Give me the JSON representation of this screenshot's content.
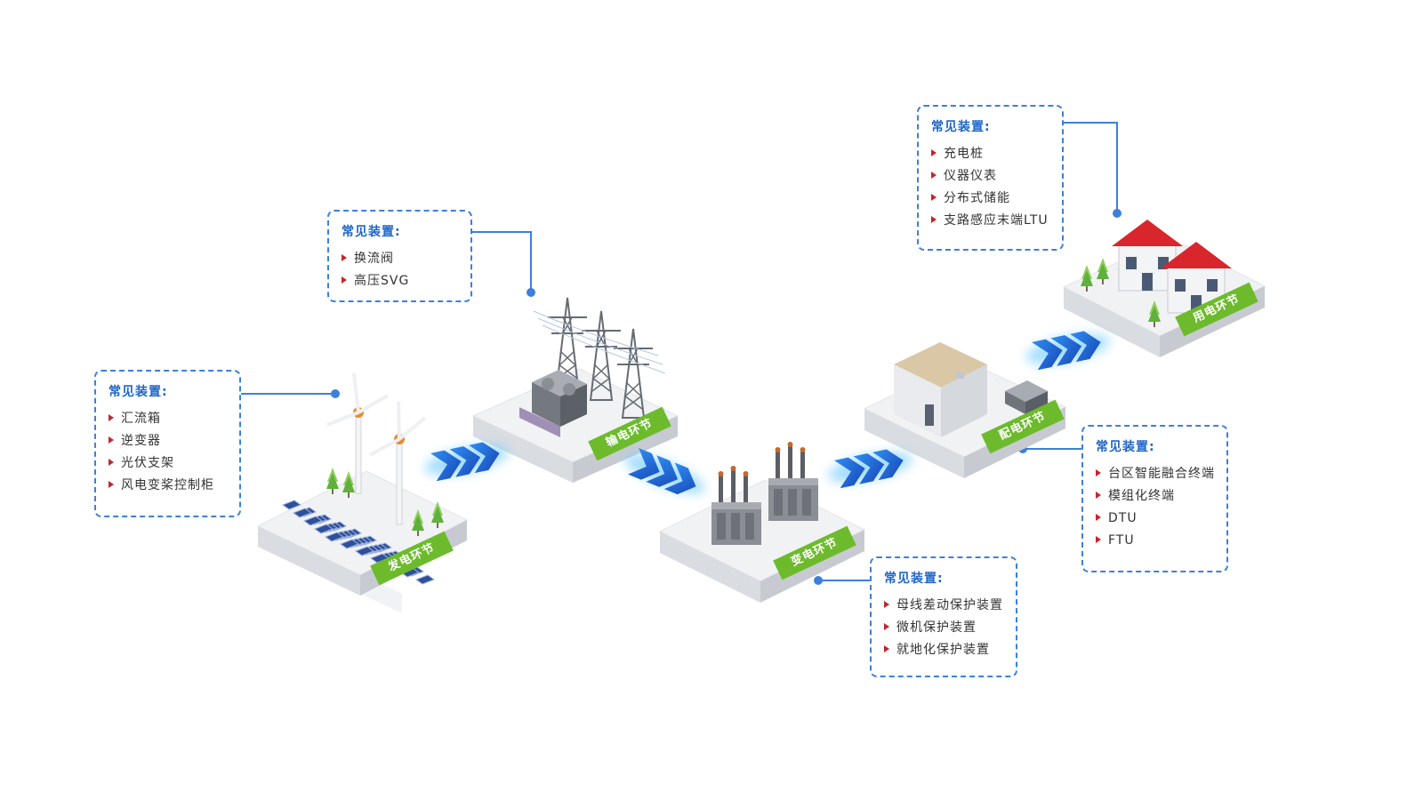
{
  "colors": {
    "accent_blue": "#3d7fdc",
    "title_blue": "#1f66c8",
    "bullet_red": "#c8232c",
    "label_green": "#6dbb2d",
    "platform_top": "#f1f2f4",
    "roof_red": "#d8262c"
  },
  "stages": [
    {
      "label": "发电环节",
      "callout": {
        "title": "常见装置:",
        "items": [
          "汇流箱",
          "逆变器",
          "光伏支架",
          "风电变桨控制柜"
        ]
      }
    },
    {
      "label": "输电环节",
      "callout": {
        "title": "常见装置:",
        "items": [
          "换流阀",
          "高压SVG"
        ]
      }
    },
    {
      "label": "变电环节",
      "callout": {
        "title": "常见装置:",
        "items": [
          "母线差动保护装置",
          "微机保护装置",
          "就地化保护装置"
        ]
      }
    },
    {
      "label": "配电环节",
      "callout": {
        "title": "常见装置:",
        "items": [
          "台区智能融合终端",
          "模组化终端",
          "DTU",
          "FTU"
        ]
      }
    },
    {
      "label": "用电环节",
      "callout": {
        "title": "常见装置:",
        "items": [
          "充电桩",
          "仪器仪表",
          "分布式储能",
          "支路感应末端LTU"
        ]
      }
    }
  ],
  "icons": [
    "wind-turbine-icon",
    "solar-panel-icon",
    "transmission-tower-icon",
    "transformer-icon",
    "building-icon",
    "house-icon",
    "tree-icon",
    "chevron-arrow-icon"
  ]
}
